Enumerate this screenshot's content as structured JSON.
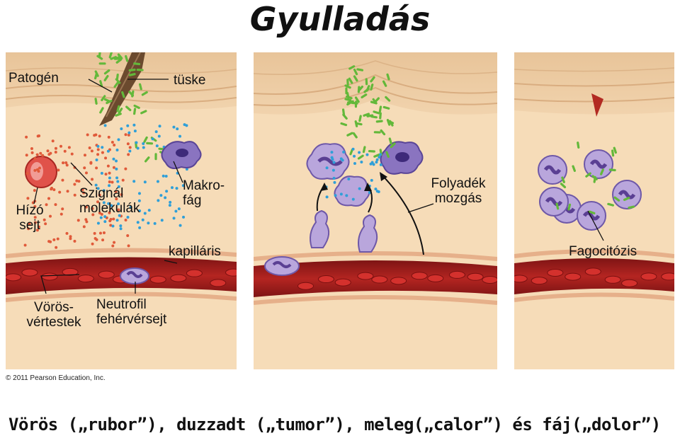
{
  "title": "Gyulladás",
  "labels": {
    "patogen": "Patogén",
    "tuske": "tüske",
    "hizo_sejt_1": "Hízó",
    "hizo_sejt_2": "sejt",
    "szignal_1": "Szignál",
    "szignal_2": "molekulák",
    "makrofag_1": "Makro-",
    "makrofag_2": "fág",
    "kapillaris": "kapilláris",
    "voros_1": "Vörös-",
    "voros_2": "vértestek",
    "neutrofil_1": "Neutrofil",
    "neutrofil_2": "fehérvérsejt",
    "folyadek_1": "Folyadék",
    "folyadek_2": "mozgás",
    "fagocitozis": "Fagocitózis"
  },
  "copyright": "© 2011 Pearson Education, Inc.",
  "footer": "Vörös („rubor”), duzzadt („tumor”), meleg(„calor”) és fáj(„dolor”)",
  "colors": {
    "tissue": "#f6dcb8",
    "skin": "#e9c59a",
    "vessel": "#a8201f",
    "blood_cell": "#d4312d",
    "bacteria": "#63b83a",
    "macrophage": "#8a74c0",
    "signal_red": "#e05a3a",
    "signal_blue": "#2f9fd8"
  }
}
